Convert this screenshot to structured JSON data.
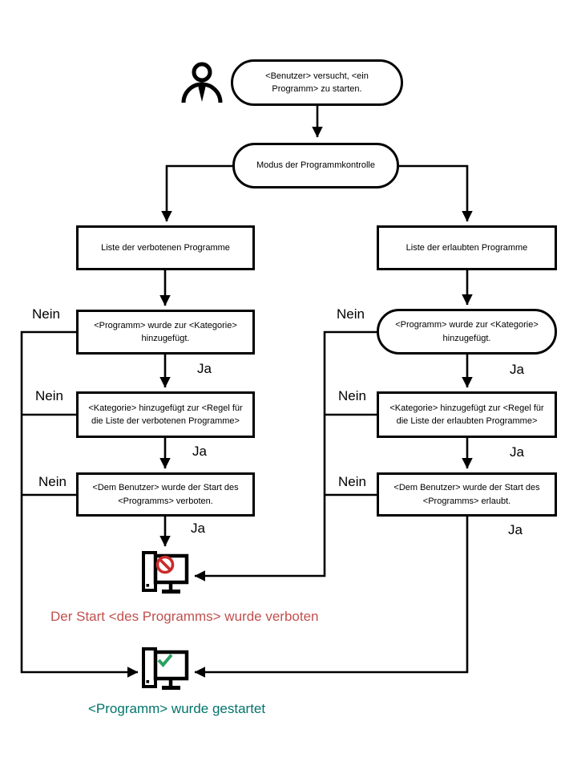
{
  "flow": {
    "start": "<Benutzer> versucht, <ein\nProgramm>  zu starten.",
    "mode": "Modus der Programmkontrolle",
    "left_branch": {
      "list": "Liste der verbotenen Programme",
      "program_added": "<Programm>  wurde zur <Kategorie>\nhinzugefügt.",
      "category_rule": "<Kategorie> hinzugefügt zur <Regel  für\ndie Liste der verbotenen Programme>",
      "outcome": "<Dem  Benutzer> wurde der Start des\n<Programms>  verboten."
    },
    "right_branch": {
      "list": "Liste der erlaubten Programme",
      "program_added": "<Programm>  wurde zur <Kategorie>\nhinzugefügt.",
      "category_rule": "<Kategorie> hinzugefügt zur <Regel  für\ndie Liste der erlaubten Programme>",
      "outcome": "<Dem  Benutzer> wurde der Start des\n<Programms>  erlaubt."
    }
  },
  "labels": {
    "yes": "Ja",
    "no": "Nein"
  },
  "results": {
    "denied": "Der Start <des Programms> wurde verboten",
    "started": "<Programm> wurde gestartet"
  },
  "colors": {
    "line": "#000000",
    "denied_text": "#c0504d",
    "started_text": "#00746b",
    "prohibit_badge": "#cb2b2b",
    "check_mark": "#2aa062"
  },
  "icons": {
    "user": "user-icon",
    "blocked": "computer-prohibited-icon",
    "started": "computer-check-icon"
  }
}
